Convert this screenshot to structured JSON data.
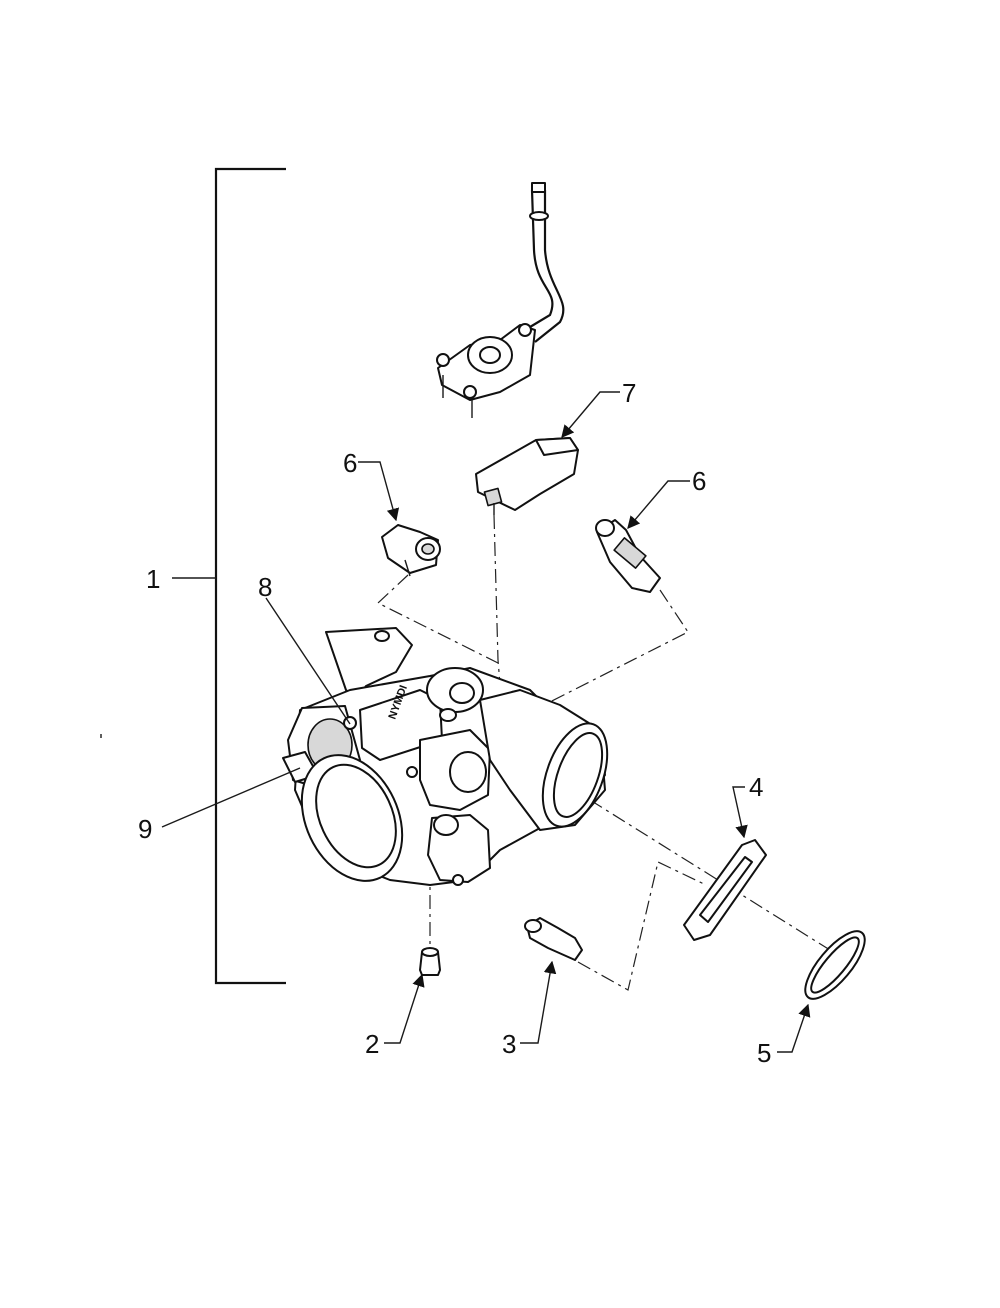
{
  "callouts": [
    {
      "id": "1",
      "text": "1"
    },
    {
      "id": "2",
      "text": "2"
    },
    {
      "id": "3",
      "text": "3"
    },
    {
      "id": "4",
      "text": "4"
    },
    {
      "id": "5",
      "text": "5"
    },
    {
      "id": "6a",
      "text": "6"
    },
    {
      "id": "6b",
      "text": "6"
    },
    {
      "id": "7",
      "text": "7"
    },
    {
      "id": "8",
      "text": "8"
    },
    {
      "id": "9",
      "text": "9"
    }
  ],
  "body_marking": "NYMDI"
}
